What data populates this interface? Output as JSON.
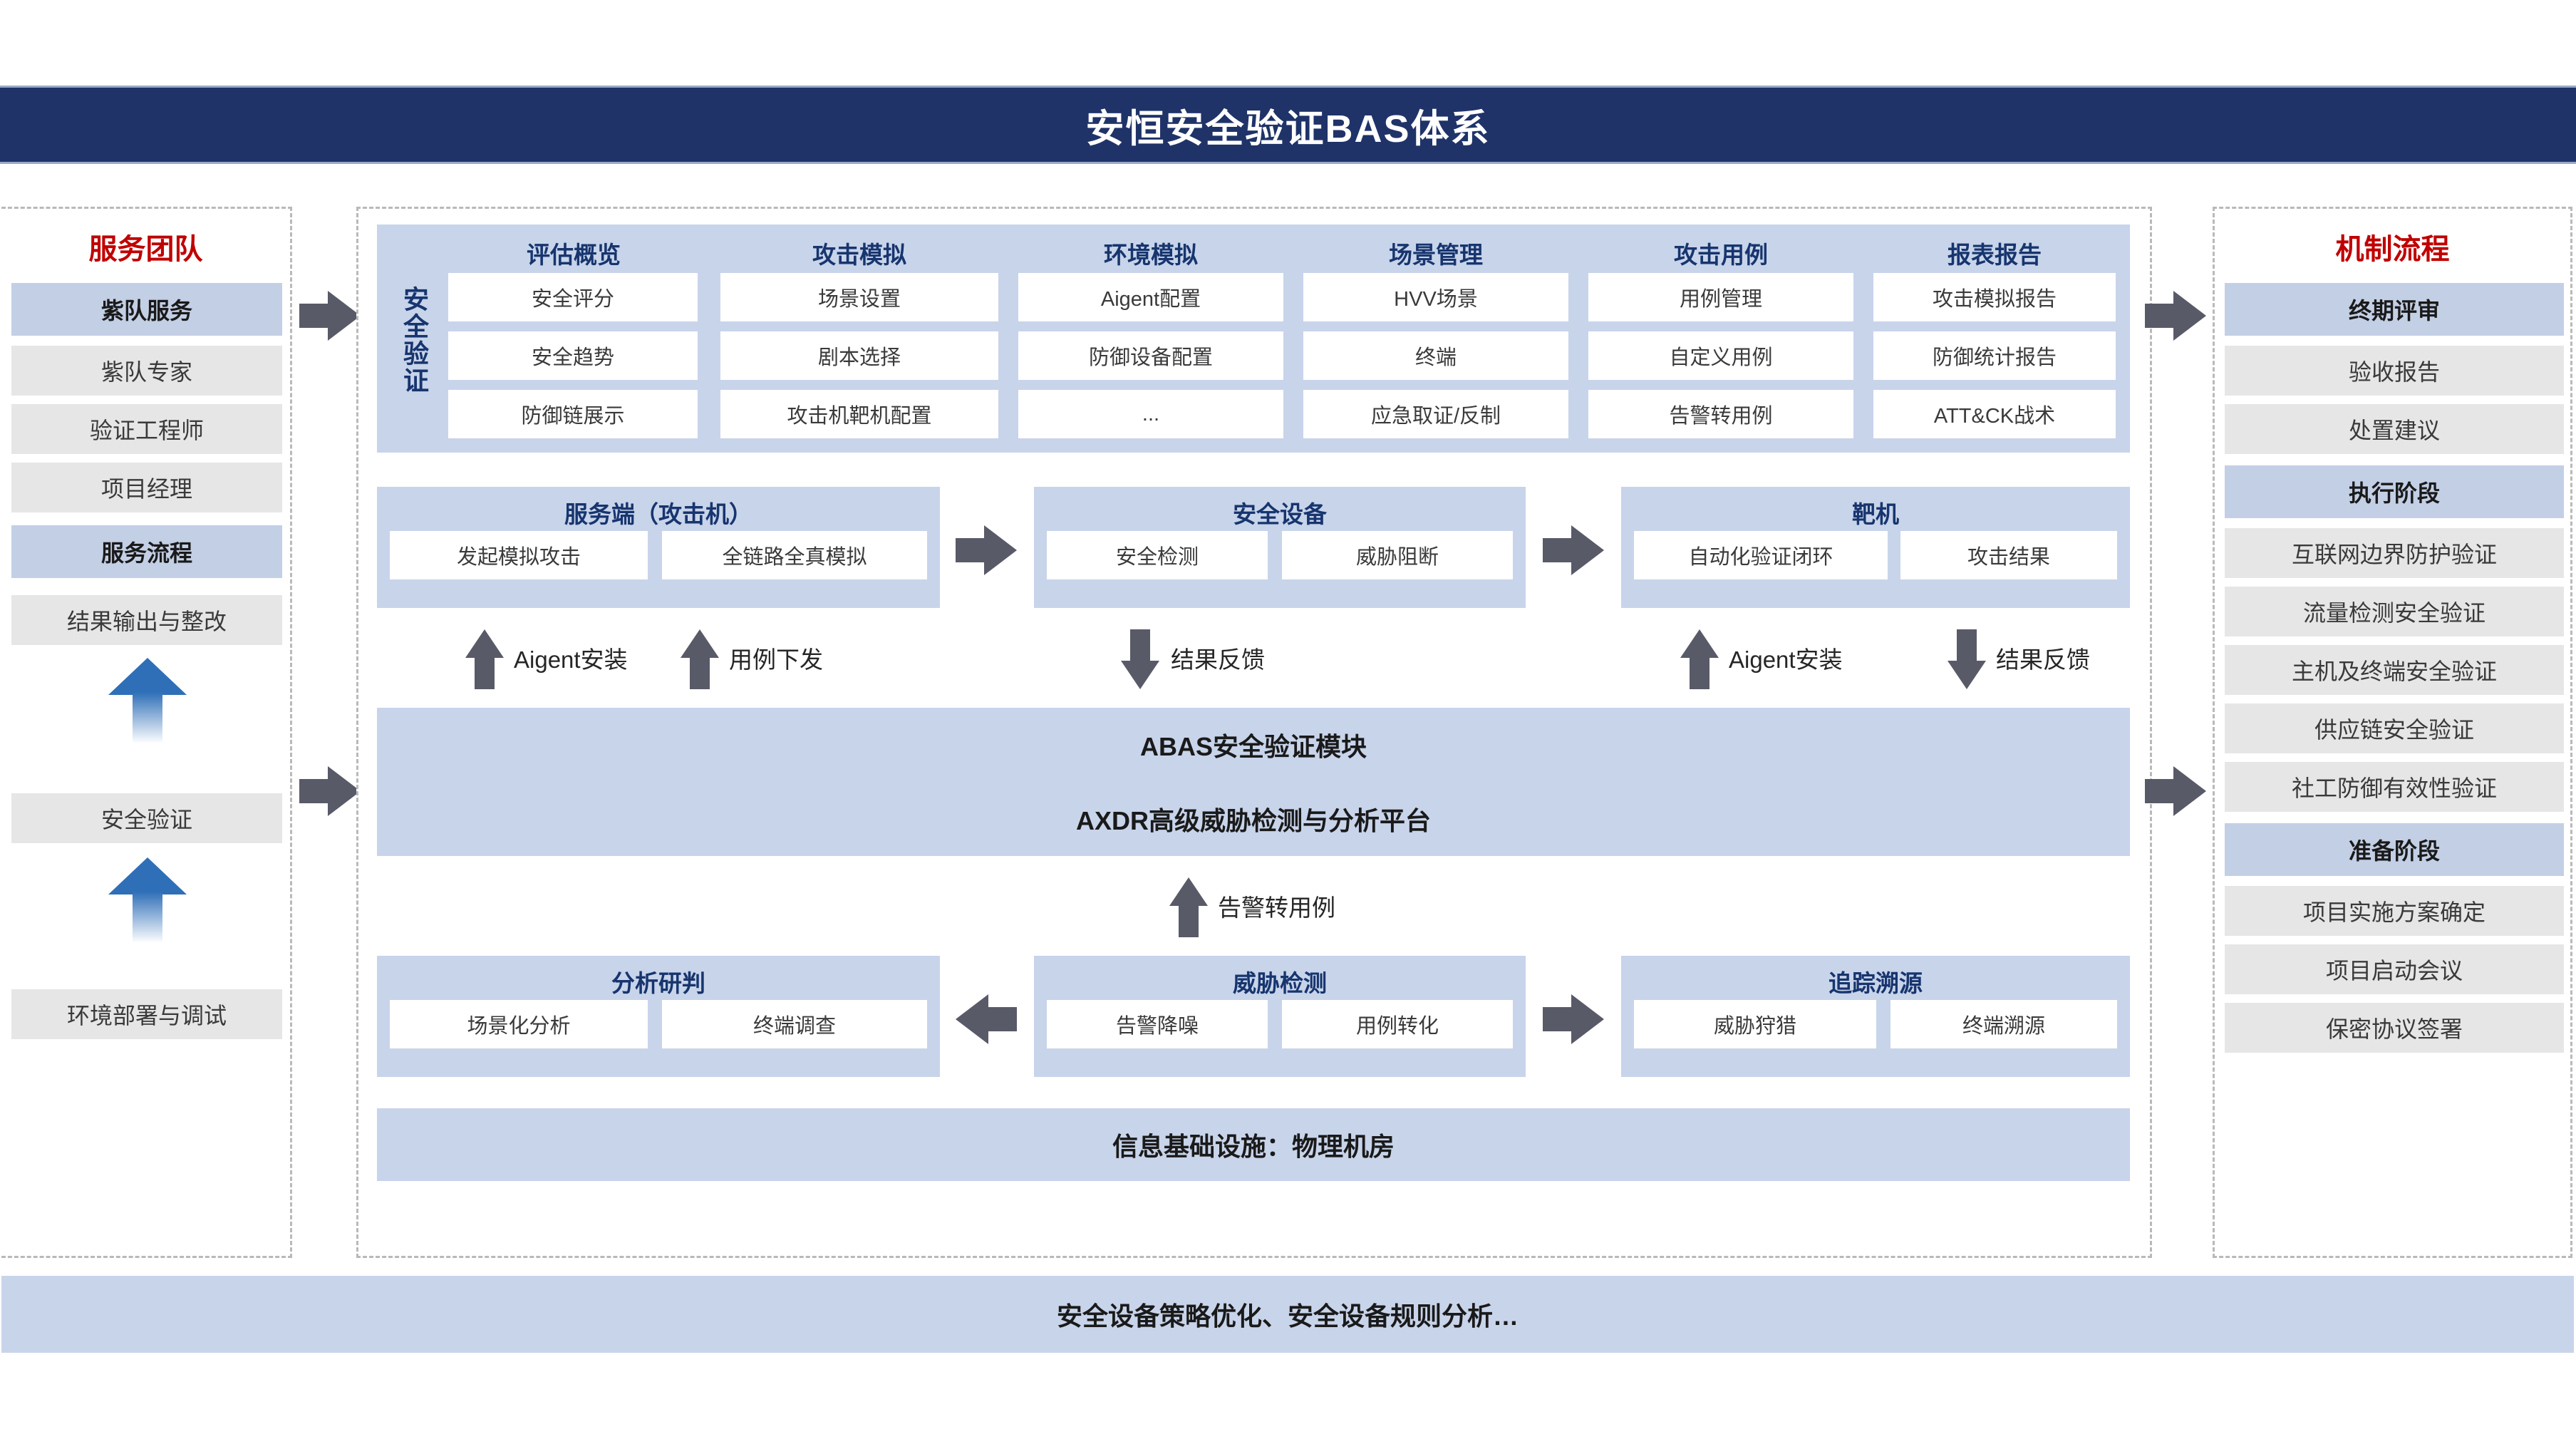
{
  "header": {
    "title": "安恒安全验证BAS体系"
  },
  "left_sidebar": {
    "title": "服务团队",
    "team": {
      "head": "紫队服务",
      "members": [
        "紫队专家",
        "验证工程师",
        "项目经理"
      ]
    },
    "process": {
      "head": "服务流程",
      "steps": [
        "结果输出与整改",
        "安全验证",
        "环境部署与调试"
      ]
    }
  },
  "right_sidebar": {
    "title": "机制流程",
    "groups": [
      {
        "head": "终期评审",
        "items": [
          "验收报告",
          "处置建议"
        ]
      },
      {
        "head": "执行阶段",
        "items": [
          "互联网边界防护验证",
          "流量检测安全验证",
          "主机及终端安全验证",
          "供应链安全验证",
          "社工防御有效性验证"
        ]
      },
      {
        "head": "准备阶段",
        "items": [
          "项目实施方案确定",
          "项目启动会议",
          "保密协议签署"
        ]
      }
    ]
  },
  "main": {
    "verification_label": "安全验证",
    "modules": [
      {
        "title": "评估概览",
        "items": [
          "安全评分",
          "安全趋势",
          "防御链展示"
        ]
      },
      {
        "title": "攻击模拟",
        "items": [
          "场景设置",
          "剧本选择",
          "攻击机靶机配置"
        ]
      },
      {
        "title": "环境模拟",
        "items": [
          "Aigent配置",
          "防御设备配置",
          "..."
        ]
      },
      {
        "title": "场景管理",
        "items": [
          "HVV场景",
          "终端",
          "应急取证/反制"
        ]
      },
      {
        "title": "攻击用例",
        "items": [
          "用例管理",
          "自定义用例",
          "告警转用例"
        ]
      },
      {
        "title": "报表报告",
        "items": [
          "攻击模拟报告",
          "防御统计报告",
          "ATT&CK战术"
        ]
      }
    ],
    "attack_chain": [
      {
        "title": "服务端（攻击机）",
        "items": [
          "发起模拟攻击",
          "全链路全真模拟"
        ]
      },
      {
        "title": "安全设备",
        "items": [
          "安全检测",
          "威胁阻断"
        ]
      },
      {
        "title": "靶机",
        "items": [
          "自动化验证闭环",
          "攻击结果"
        ]
      }
    ],
    "attack_flow_labels": [
      "Aigent安装",
      "用例下发",
      "结果反馈",
      "Aigent安装",
      "结果反馈"
    ],
    "platform_bars": [
      "ABAS安全验证模块",
      "AXDR高级威胁检测与分析平台"
    ],
    "alert_flow_label": "告警转用例",
    "detect_chain": [
      {
        "title": "分析研判",
        "items": [
          "场景化分析",
          "终端调查"
        ]
      },
      {
        "title": "威胁检测",
        "items": [
          "告警降噪",
          "用例转化"
        ]
      },
      {
        "title": "追踪溯源",
        "items": [
          "威胁狩猎",
          "终端溯源"
        ]
      }
    ],
    "infrastructure_bar": "信息基础设施：物理机房"
  },
  "footer": {
    "text": "安全设备策略优化、安全设备规则分析…"
  },
  "colors": {
    "header_bg": "#1f3369",
    "accent_red": "#c00000",
    "block_blue": "#c8d4ea",
    "title_blue": "#17356e",
    "chip_gray": "#e6e6e6",
    "chip_head_blue": "#c3cfe5",
    "arrow_gray": "#595a68",
    "arrow_blue": "#2e6fb7"
  }
}
